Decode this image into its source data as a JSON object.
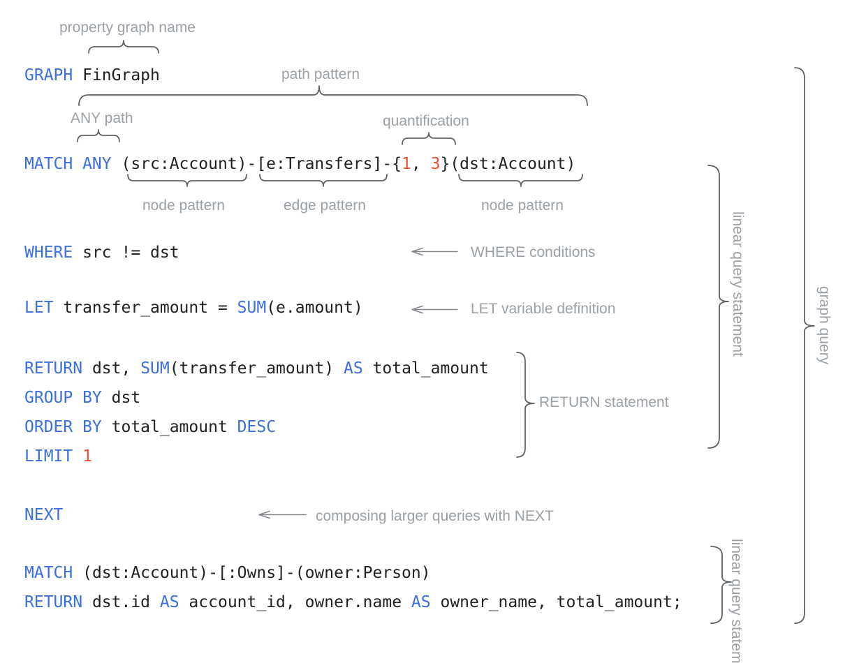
{
  "palette": {
    "keyword": "#3b6fde",
    "literal": "#ea5232",
    "code": "#202124",
    "label": "#9aa0a6",
    "line": "#5f6368",
    "arrow": "#84888d"
  },
  "annotations": {
    "property_graph_name": "property graph name",
    "path_pattern": "path pattern",
    "any_path": "ANY path",
    "quantification": "quantification",
    "node_pattern_1": "node pattern",
    "edge_pattern": "edge pattern",
    "node_pattern_2": "node pattern",
    "where_conditions": "WHERE conditions",
    "let_variable_definition": "LET variable definition",
    "return_statement": "RETURN statement",
    "composing_next": "composing larger queries with NEXT",
    "linear_query_statement_1": "linear query statement",
    "linear_query_statement_2": "linear query statement",
    "graph_query": "graph query"
  },
  "code": {
    "graph": [
      {
        "t": "GRAPH",
        "k": "kw"
      },
      {
        "t": " FinGraph",
        "k": "pl"
      }
    ],
    "match1": [
      {
        "t": "MATCH ANY",
        "k": "kw"
      },
      {
        "t": " (src:Account)-[e:Transfers]-{",
        "k": "pl"
      },
      {
        "t": "1",
        "k": "lit"
      },
      {
        "t": ", ",
        "k": "pl"
      },
      {
        "t": "3",
        "k": "lit"
      },
      {
        "t": "}(dst:Account)",
        "k": "pl"
      }
    ],
    "where": [
      {
        "t": "WHERE",
        "k": "kw"
      },
      {
        "t": " src != dst",
        "k": "pl"
      }
    ],
    "let": [
      {
        "t": "LET",
        "k": "kw"
      },
      {
        "t": " transfer_amount = ",
        "k": "pl"
      },
      {
        "t": "SUM",
        "k": "kw"
      },
      {
        "t": "(e.amount)",
        "k": "pl"
      }
    ],
    "return1": [
      {
        "t": "RETURN",
        "k": "kw"
      },
      {
        "t": " dst, ",
        "k": "pl"
      },
      {
        "t": "SUM",
        "k": "kw"
      },
      {
        "t": "(transfer_amount) ",
        "k": "pl"
      },
      {
        "t": "AS",
        "k": "kw"
      },
      {
        "t": " total_amount",
        "k": "pl"
      }
    ],
    "group": [
      {
        "t": "GROUP BY",
        "k": "kw"
      },
      {
        "t": " dst",
        "k": "pl"
      }
    ],
    "order": [
      {
        "t": "ORDER BY",
        "k": "kw"
      },
      {
        "t": " total_amount ",
        "k": "pl"
      },
      {
        "t": "DESC",
        "k": "kw"
      }
    ],
    "limit": [
      {
        "t": "LIMIT",
        "k": "kw"
      },
      {
        "t": " ",
        "k": "pl"
      },
      {
        "t": "1",
        "k": "lit"
      }
    ],
    "next": [
      {
        "t": "NEXT",
        "k": "kw"
      }
    ],
    "match2": [
      {
        "t": "MATCH",
        "k": "kw"
      },
      {
        "t": " (dst:Account)-[:Owns]-(owner:Person)",
        "k": "pl"
      }
    ],
    "return2": [
      {
        "t": "RETURN",
        "k": "kw"
      },
      {
        "t": " dst.id ",
        "k": "pl"
      },
      {
        "t": "AS",
        "k": "kw"
      },
      {
        "t": " account_id, owner.name ",
        "k": "pl"
      },
      {
        "t": "AS",
        "k": "kw"
      },
      {
        "t": " owner_name, total_amount;",
        "k": "pl"
      }
    ]
  }
}
